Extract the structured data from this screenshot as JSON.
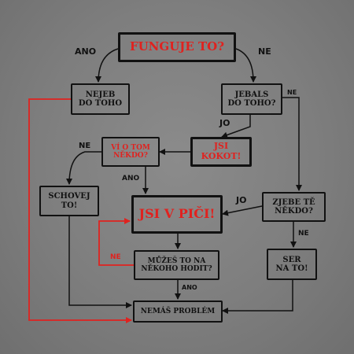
{
  "nodes": {
    "funguje": "FUNGUJE TO?",
    "nejeb": "NEJEB\nDO TOHO",
    "jebals": "JEBALS\nDO TOHO?",
    "vi_o_tom": "VÍ O TOM\nNĚKDO?",
    "jsi_kokot": "JSI\nKOKOT!",
    "schovej": "SCHOVEJ\nTO!",
    "jsi_v_pici": "JSI V PIČI!",
    "zjebe": "ZJEBE TĚ\nNĚKDO?",
    "muzes": "MŮŽEŠ TO NA\nNĚKOHO HODIT?",
    "ser": "SER\nNA TO!",
    "nemas": "NEMÁŠ PROBLÉM"
  },
  "labels": {
    "ano_top": "ANO",
    "ne_top": "NE",
    "ne_jebals": "NE",
    "jo_jebals": "JO",
    "ne_vi": "NE",
    "ano_vi": "ANO",
    "jo_zjebe": "JO",
    "ne_zjebe": "NE",
    "ne_muzes": "NE",
    "ano_muzes": "ANO"
  },
  "colors": {
    "highlight": "#e0221f",
    "line": "#111111",
    "background": "#808080"
  }
}
